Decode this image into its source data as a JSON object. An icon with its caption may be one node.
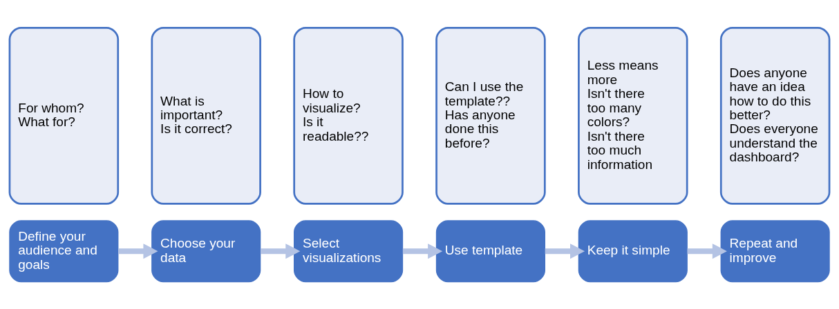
{
  "diagram": {
    "nodes": [
      {
        "text": [
          "Define your audience and goals"
        ]
      },
      {
        "text": [
          "For whom?",
          "What for?"
        ]
      },
      {
        "text": [
          "Choose your data"
        ]
      },
      {
        "text": [
          "What is important?",
          "Is it correct?"
        ]
      },
      {
        "text": [
          "Select visualizations"
        ]
      },
      {
        "text": [
          "How to visualize?",
          "Is it readable??"
        ]
      },
      {
        "text": [
          "Use template"
        ]
      },
      {
        "text": [
          "Can I use the template??",
          "Has anyone done this before?"
        ]
      },
      {
        "text": [
          "Keep it simple"
        ]
      },
      {
        "text": [
          "Less means more",
          "Isn't there too many colors?",
          "Isn't there too much information"
        ]
      },
      {
        "text": [
          "Repeat and improve"
        ]
      },
      {
        "text": [
          "Does anyone have an idea how to do this better?",
          "Does everyone understand the dashboard?"
        ]
      }
    ],
    "edges": [
      {
        "from": 0,
        "to": 2,
        "arrow": "to"
      },
      {
        "from": 2,
        "to": 4,
        "arrow": "to"
      },
      {
        "from": 4,
        "to": 6,
        "arrow": "to"
      },
      {
        "from": 6,
        "to": 8,
        "arrow": "to"
      },
      {
        "from": 8,
        "to": 10,
        "arrow": "to"
      }
    ]
  }
}
